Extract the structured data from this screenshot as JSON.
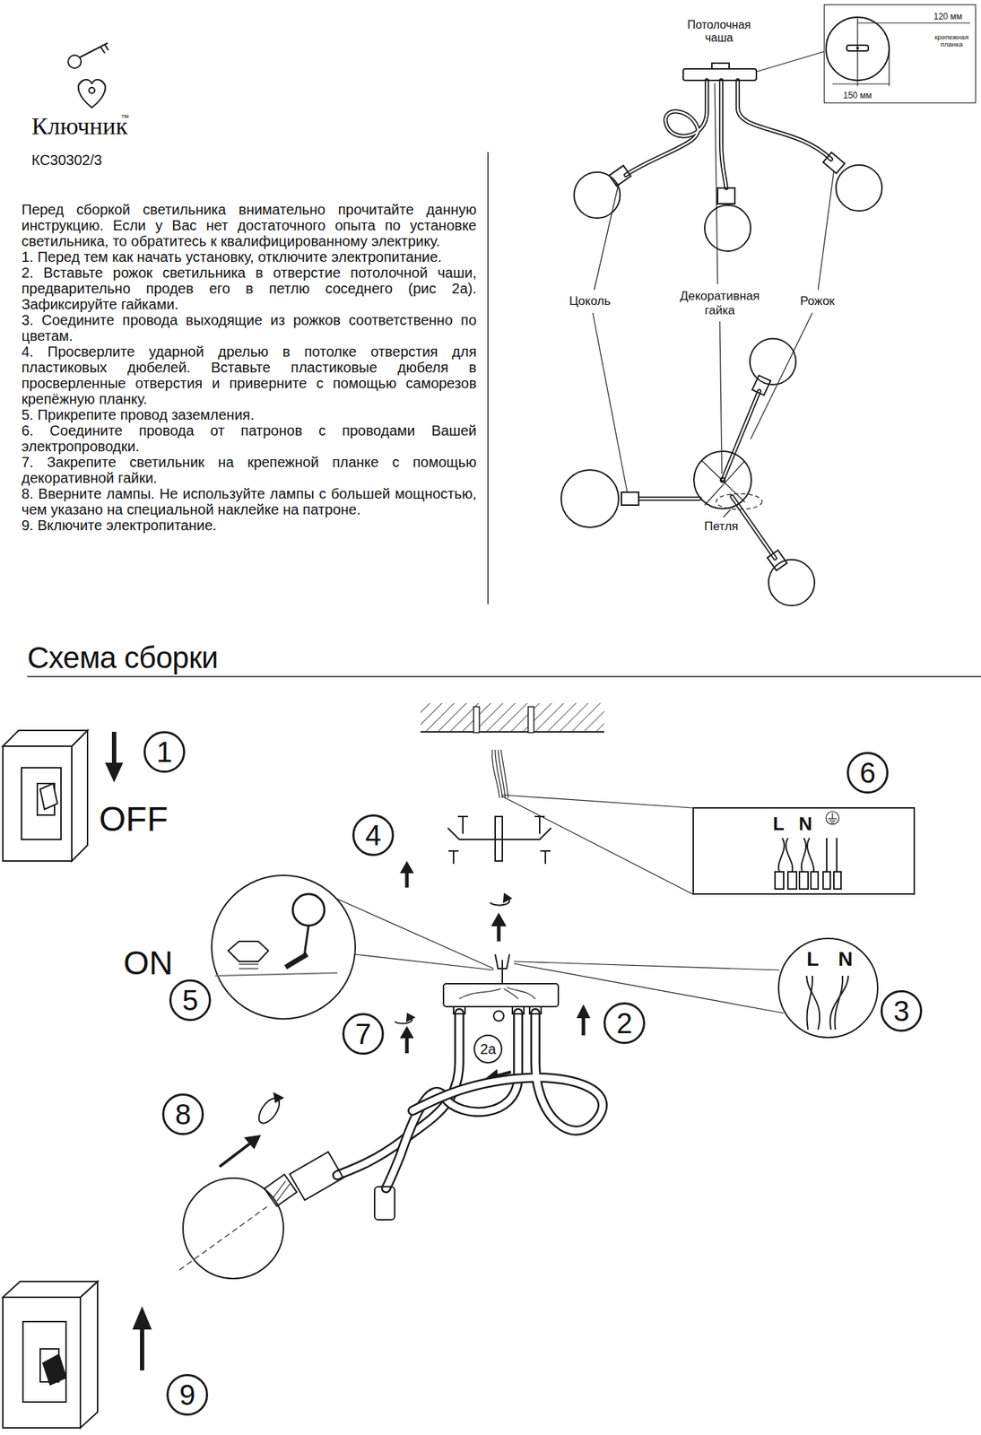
{
  "diagram": {
    "title": "Схема сборки",
    "nodes": [
      {
        "text": [
          "120 мм",
          "крепежная планка",
          "150 мм"
        ]
      },
      {
        "text": [
          "1"
        ]
      },
      {
        "text": [
          "6"
        ]
      },
      {
        "text": [
          "L",
          "N"
        ]
      },
      {
        "text": [
          "4"
        ]
      },
      {
        "text": [
          "L",
          "N"
        ]
      },
      {
        "text": [
          "5"
        ]
      },
      {
        "text": [
          "3"
        ]
      },
      {
        "text": [
          "2"
        ]
      },
      {
        "text": [
          "7"
        ]
      },
      {
        "text": [
          "2a"
        ]
      },
      {
        "text": [
          "8"
        ]
      },
      {
        "text": [
          "9"
        ]
      }
    ],
    "labels": [
      "Ключник",
      "™",
      "КС30302/3",
      "Перед сборкой светильника внимательно прочитайте данную инструкцию. Если у Вас нет достаточного опыта по установке светильника, то обратитесь к квалифицированному электрику.",
      "1. Перед тем как начать установку, отключите электропитание.",
      "2. Вставьте рожок светильника в отверстие потолочной чаши, предварительно продев его в петлю соседнего (рис 2а). Зафиксируйте гайками.",
      "3. Соедините провода выходящие из рожков соответственно по цветам.",
      "4. Просверлите ударной дрелью в потолке отверстия для пластиковых дюбелей. Вставьте пластиковые дюбеля в просверленные отверстия и приверните с помощью саморезов крепёжную планку.",
      "5. Прикрепите провод заземления.",
      "6. Соедините провода от патронов с проводами Вашей электропроводки.",
      "7. Закрепите светильник на крепежной планке с помощью декоративной гайки.",
      "8. Вверните лампы. Не используйте лампы с большей мощностью, чем указано на специальной наклейке на патроне.",
      "9. Включите электропитание.",
      "Потолочная чаша",
      "Цоколь",
      "Декоративная гайка",
      "Рожок",
      "Петля",
      "OFF",
      "ON"
    ]
  }
}
